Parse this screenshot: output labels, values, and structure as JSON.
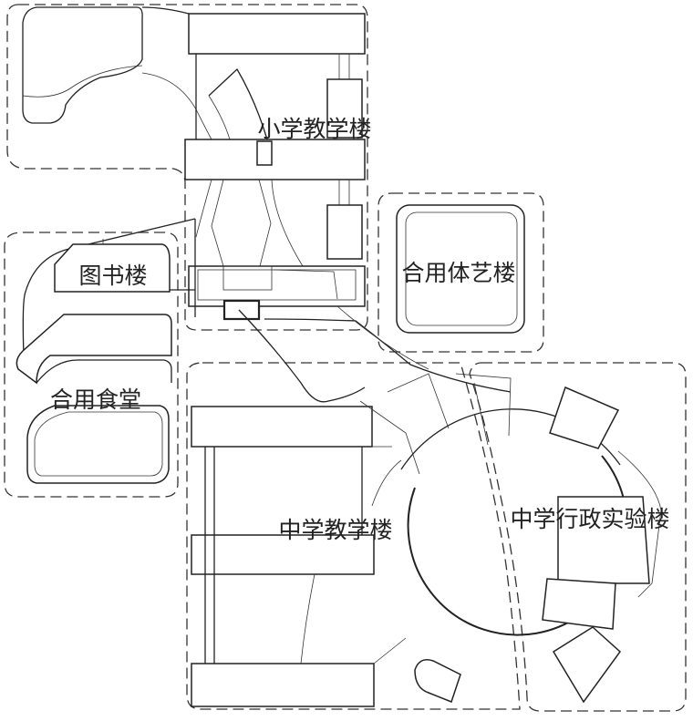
{
  "buildings": [
    {
      "id": "primary-teaching",
      "label": "小学教学楼"
    },
    {
      "id": "library",
      "label": "图书楼"
    },
    {
      "id": "sports-arts",
      "label": "合用体艺楼"
    },
    {
      "id": "canteen",
      "label": "合用食堂"
    },
    {
      "id": "middle-teaching",
      "label": "中学教学楼"
    },
    {
      "id": "middle-admin-lab",
      "label": "中学行政实验楼"
    }
  ]
}
